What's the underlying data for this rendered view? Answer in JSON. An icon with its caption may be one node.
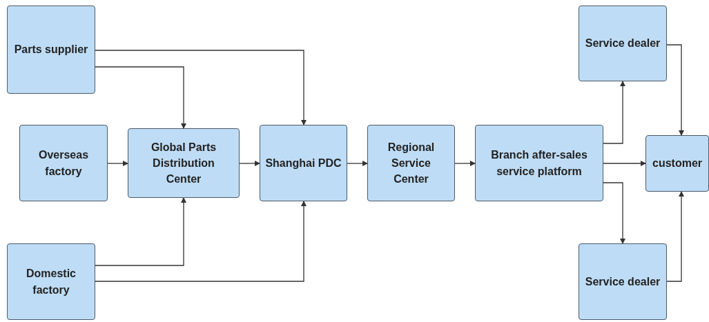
{
  "diagram": {
    "nodes": [
      {
        "text": [
          "Parts supplier"
        ]
      },
      {
        "text": [
          "Overseas factory"
        ]
      },
      {
        "text": [
          "Global Parts Distribution Center"
        ]
      },
      {
        "text": [
          "Shanghai PDC"
        ]
      },
      {
        "text": [
          "Regional Service Center"
        ]
      },
      {
        "text": [
          "Branch after-sales service platform"
        ]
      },
      {
        "text": [
          "Service dealer"
        ]
      },
      {
        "text": [
          "customer"
        ]
      },
      {
        "text": [
          "Service dealer"
        ]
      },
      {
        "text": [
          "Domestic factory"
        ]
      }
    ],
    "edges": [
      {
        "from": 0,
        "to": 3,
        "arrow": "to"
      },
      {
        "from": 0,
        "to": 2,
        "arrow": "to"
      },
      {
        "from": 1,
        "to": 2,
        "arrow": "to"
      },
      {
        "from": 9,
        "to": 2,
        "arrow": "to"
      },
      {
        "from": 9,
        "to": 3,
        "arrow": "to"
      },
      {
        "from": 2,
        "to": 3,
        "arrow": "to"
      },
      {
        "from": 3,
        "to": 4,
        "arrow": "to"
      },
      {
        "from": 4,
        "to": 5,
        "arrow": "to"
      },
      {
        "from": 5,
        "to": 7,
        "arrow": "to"
      },
      {
        "from": 5,
        "to": 6,
        "arrow": "to"
      },
      {
        "from": 5,
        "to": 8,
        "arrow": "to"
      },
      {
        "from": 6,
        "to": 7,
        "arrow": "to"
      },
      {
        "from": 8,
        "to": 7,
        "arrow": "to"
      }
    ]
  }
}
